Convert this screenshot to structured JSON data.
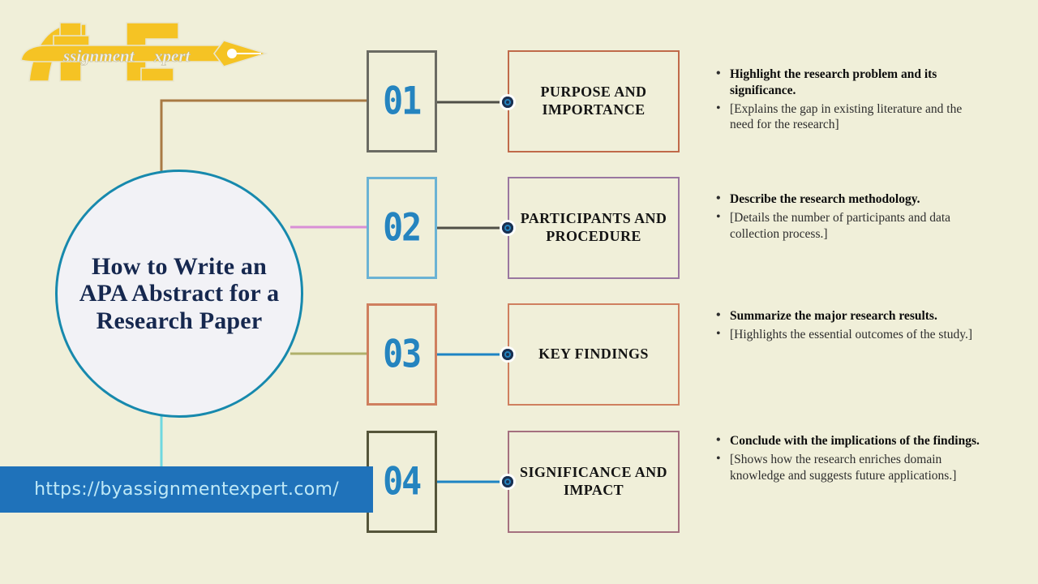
{
  "background_color": "#f0efd9",
  "logo": {
    "primary_letters": "AE",
    "script_left": "ssignment",
    "script_right": "xpert",
    "color": "#f5c324",
    "icon": "pen-nib-icon"
  },
  "center": {
    "title": "How to Write an APA Abstract for a Research Paper",
    "border_color": "#1789ad",
    "fill_color": "#f2f2f6",
    "text_color": "#16284f"
  },
  "url_banner": {
    "url": "https://byassignmentexpert.com/",
    "background_color": "#1f72ba",
    "text_color": "#bfe9f7"
  },
  "steps": [
    {
      "number": "01",
      "number_box_border": "#6b6b63",
      "label": "PURPOSE AND IMPORTANCE",
      "label_box_border": "#c06a4a",
      "connector_color": "#a97a44",
      "stub_color": "#4f4f47",
      "bullets": [
        {
          "text": "Highlight the research problem and its significance.",
          "bold": true
        },
        {
          "text": "[Explains the gap in existing literature and the need for the research]",
          "bold": false
        }
      ]
    },
    {
      "number": "02",
      "number_box_border": "#6bb3d4",
      "label": "PARTICIPANTS AND PROCEDURE",
      "label_box_border": "#9a77a0",
      "connector_color": "#d98fd6",
      "stub_color": "#4f4f47",
      "bullets": [
        {
          "text": "Describe the research methodology.",
          "bold": true
        },
        {
          "text": "[Details the number of participants and data collection process.]",
          "bold": false
        }
      ]
    },
    {
      "number": "03",
      "number_box_border": "#cf7f5f",
      "label": "KEY FINDINGS",
      "label_box_border": "#cf7f5f",
      "connector_color": "#b0b06a",
      "stub_color": "#1d84c4",
      "bullets": [
        {
          "text": "Summarize the major research results.",
          "bold": true
        },
        {
          "text": "[Highlights the essential outcomes of the study.]",
          "bold": false
        }
      ]
    },
    {
      "number": "04",
      "number_box_border": "#55553a",
      "label": "SIGNIFICANCE AND IMPACT",
      "label_box_border": "#a5707f",
      "connector_color": "#6fd8e0",
      "stub_color": "#1d84c4",
      "bullets": [
        {
          "text": "Conclude with the implications of the findings.",
          "bold": true
        },
        {
          "text": "[Shows how the research enriches domain knowledge and suggests future applications.]",
          "bold": false
        }
      ]
    }
  ]
}
